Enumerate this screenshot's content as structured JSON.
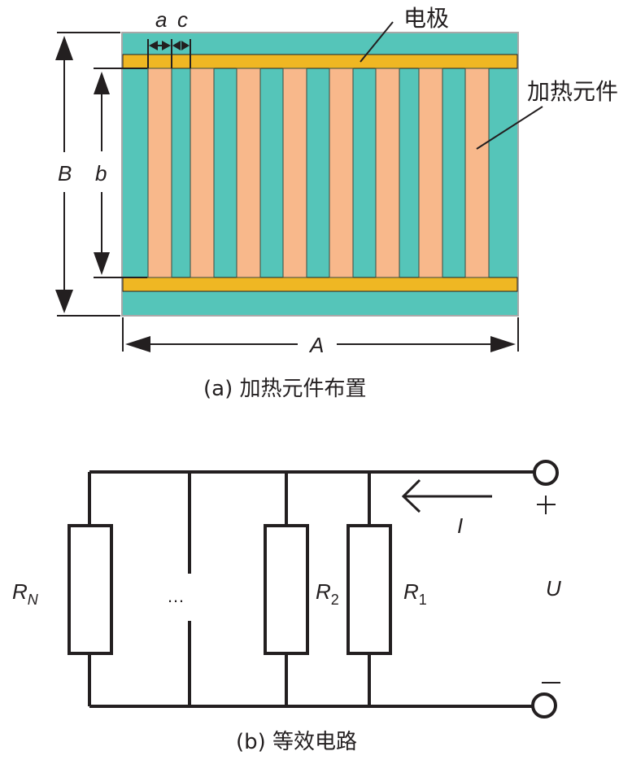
{
  "colors": {
    "substrate": "#55c5b9",
    "substrate_border": "#a8a8a8",
    "electrode": "#efb723",
    "heater": "#f8b88b",
    "stroke": "#231f20"
  },
  "panel_a": {
    "caption": "(a) 加热元件布置",
    "labels": {
      "a": "a",
      "c": "c",
      "electrode": "电极",
      "heater": "加热元件",
      "B": "B",
      "b": "b",
      "A": "A"
    },
    "heater_count": 8
  },
  "panel_b": {
    "caption": "(b) 等效电路",
    "resistors": [
      {
        "id": "RN",
        "name": "R",
        "sub": "N"
      },
      {
        "id": "R2",
        "name": "R",
        "sub": "2"
      },
      {
        "id": "R1",
        "name": "R",
        "sub": "1"
      }
    ],
    "ellipsis": "…",
    "current_label": "I",
    "voltage_label": "U",
    "plus": "+",
    "minus": "−"
  }
}
